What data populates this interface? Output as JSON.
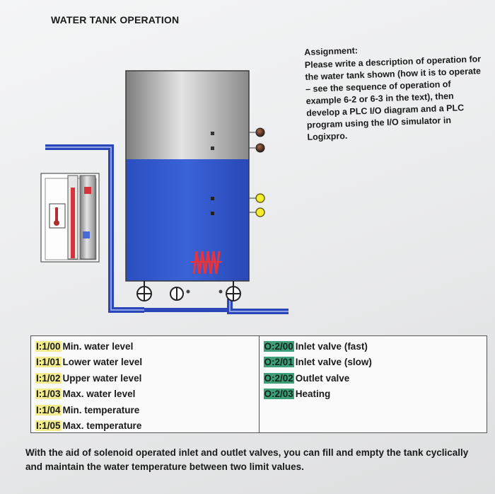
{
  "page_title": "WATER TANK OPERATION",
  "assignment": {
    "heading": "Assignment:",
    "body": "Please write a description of operation for the water tank shown (how it is to operate – see the sequence of operation of example 6-2 or 6-3 in the text), then develop a PLC I/O diagram and a PLC program using the I/O simulator in Logixpro."
  },
  "inputs": [
    {
      "address": "I:1/00",
      "label": "Min. water level"
    },
    {
      "address": "I:1/01",
      "label": "Lower water level"
    },
    {
      "address": "I:1/02",
      "label": "Upper water level"
    },
    {
      "address": "I:1/03",
      "label": "Max. water level"
    },
    {
      "address": "I:1/04",
      "label": "Min. temperature"
    },
    {
      "address": "I:1/05",
      "label": "Max. temperature"
    }
  ],
  "outputs": [
    {
      "address": "O:2/00",
      "label": "Inlet valve (fast)"
    },
    {
      "address": "O:2/01",
      "label": "Inlet valve (slow)"
    },
    {
      "address": "O:2/02",
      "label": "Outlet valve"
    },
    {
      "address": "O:2/03",
      "label": "Heating"
    }
  ],
  "footer": "With the aid of solenoid operated inlet and outlet valves, you can fill and empty the tank cyclically and maintain the water temperature between two limit values.",
  "colors": {
    "input_highlight": "#f3ec8e",
    "output_highlight": "#3e9e78",
    "water": "#2f57c8",
    "pipe": "#2b46b8",
    "heater": "#e8323c"
  }
}
